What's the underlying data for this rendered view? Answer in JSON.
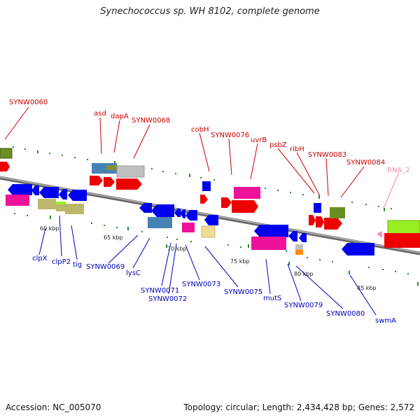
{
  "title": "Synechococcus sp. WH 8102, complete genome",
  "footer": {
    "accession": "Accession: NC_005070",
    "summary": "Topology: circular; Length: 2,434,428 bp; Genes: 2,572"
  },
  "colors": {
    "forward_label": "#cc0000",
    "reverse_label": "#0000bb",
    "rna_label": "#ee88aa",
    "backbone": "#888888",
    "tick": "#228822"
  },
  "scale_labels": [
    "60 kbp",
    "65 kbp",
    "70 kbp",
    "75 kbp",
    "80 kbp",
    "85 kbp"
  ],
  "forward_labels": [
    "SYNW0060",
    "asd",
    "dapA",
    "SYNW0068",
    "cobH",
    "SYNW0076",
    "uvrB",
    "psbZ",
    "ribH",
    "SYNW0083",
    "SYNW0084"
  ],
  "rna_labels": [
    "RNA_2"
  ],
  "reverse_labels": [
    "clpX",
    "clpP2",
    "tig",
    "SYNW0069",
    "lysC",
    "SYNW0071",
    "SYNW0072",
    "SYNW0073",
    "SYNW0075",
    "mutS",
    "SYNW0079",
    "SYNW0080",
    "swmA"
  ]
}
